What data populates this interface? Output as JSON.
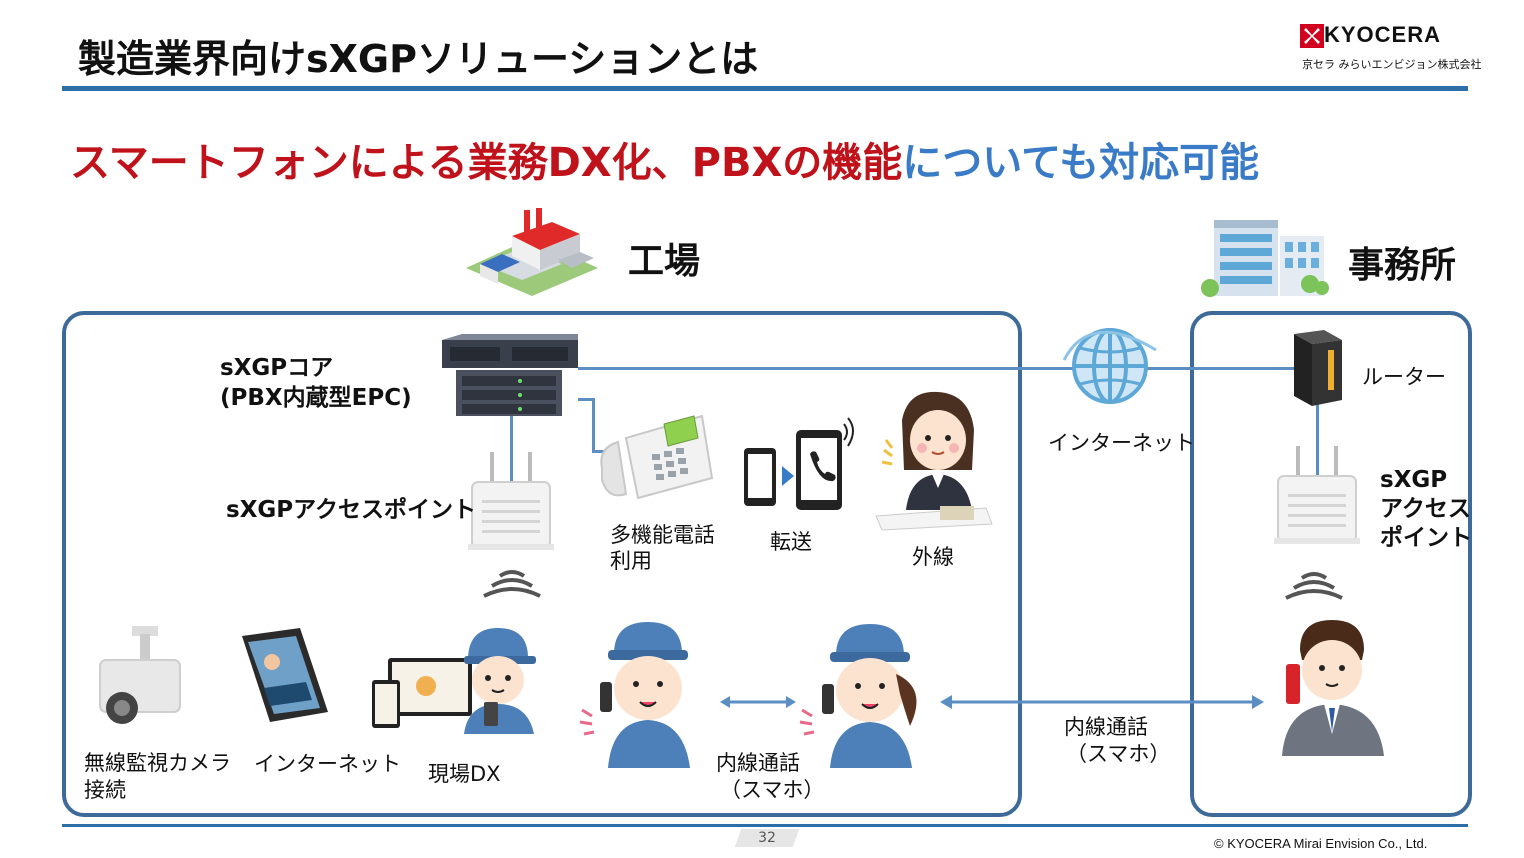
{
  "title": "製造業界向けsXGPソリューションとは",
  "logo": {
    "brand": "KYOCERA",
    "company": "京セラ みらいエンビジョン株式会社"
  },
  "headline": {
    "red": "スマートフォンによる業務DX化、PBXの機能",
    "blue": "についても対応可能"
  },
  "factory": {
    "label": "工場",
    "core_line1": "sXGPコア",
    "core_line2": "(PBX内蔵型EPC)",
    "access_point": "sXGPアクセスポイント",
    "phone_line1": "多機能電話",
    "phone_line2": "利用",
    "transfer": "転送",
    "outside_line": "外線",
    "camera_line1": "無線監視カメラ",
    "camera_line2": "接続",
    "internet": "インターネット",
    "onsite_dx": "現場DX",
    "extension_line1": "内線通話",
    "extension_line2": "（スマホ）"
  },
  "internet_label": "インターネット",
  "link": {
    "line1": "内線通話",
    "line2": "（スマホ）"
  },
  "office": {
    "label": "事務所",
    "router": "ルーター",
    "ap_line1": "sXGP",
    "ap_line2": "アクセス",
    "ap_line3": "ポイント"
  },
  "footer": {
    "page": "32",
    "copyright": "© KYOCERA Mirai Envision Co., Ltd."
  },
  "colors": {
    "accent_blue": "#2e6ea8",
    "headline_red": "#c0121b",
    "headline_blue": "#3a7bc8",
    "panel_border": "#3d6a99",
    "logo_red": "#d1001f"
  }
}
